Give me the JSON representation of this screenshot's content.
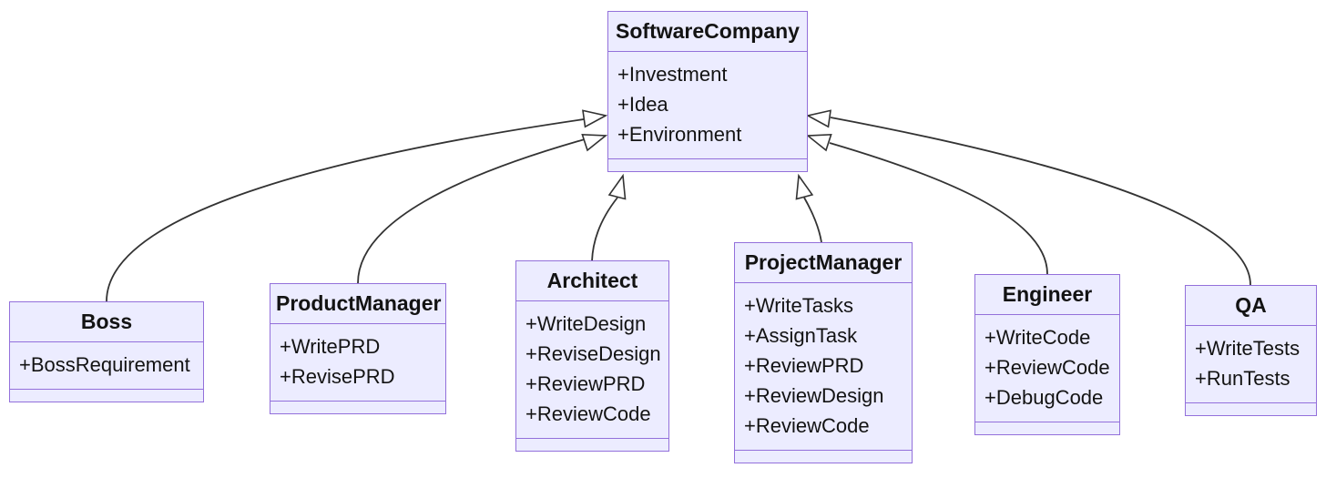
{
  "diagram": {
    "type": "uml-class-diagram",
    "colors": {
      "node_fill": "#ECECFF",
      "node_border": "#9370DB",
      "edge_line": "#333333",
      "text": "#131313",
      "background": "#ffffff"
    },
    "classes": [
      {
        "name": "SoftwareCompany",
        "members": [
          "+Investment",
          "+Idea",
          "+Environment"
        ]
      },
      {
        "name": "Boss",
        "members": [
          "+BossRequirement"
        ]
      },
      {
        "name": "ProductManager",
        "members": [
          "+WritePRD",
          "+RevisePRD"
        ]
      },
      {
        "name": "Architect",
        "members": [
          "+WriteDesign",
          "+ReviseDesign",
          "+ReviewPRD",
          "+ReviewCode"
        ]
      },
      {
        "name": "ProjectManager",
        "members": [
          "+WriteTasks",
          "+AssignTask",
          "+ReviewPRD",
          "+ReviewDesign",
          "+ReviewCode"
        ]
      },
      {
        "name": "Engineer",
        "members": [
          "+WriteCode",
          "+ReviewCode",
          "+DebugCode"
        ]
      },
      {
        "name": "QA",
        "members": [
          "+WriteTests",
          "+RunTests"
        ]
      }
    ],
    "relationships": [
      {
        "from": "Boss",
        "to": "SoftwareCompany",
        "type": "inheritance"
      },
      {
        "from": "ProductManager",
        "to": "SoftwareCompany",
        "type": "inheritance"
      },
      {
        "from": "Architect",
        "to": "SoftwareCompany",
        "type": "inheritance"
      },
      {
        "from": "ProjectManager",
        "to": "SoftwareCompany",
        "type": "inheritance"
      },
      {
        "from": "Engineer",
        "to": "SoftwareCompany",
        "type": "inheritance"
      },
      {
        "from": "QA",
        "to": "SoftwareCompany",
        "type": "inheritance"
      }
    ]
  }
}
